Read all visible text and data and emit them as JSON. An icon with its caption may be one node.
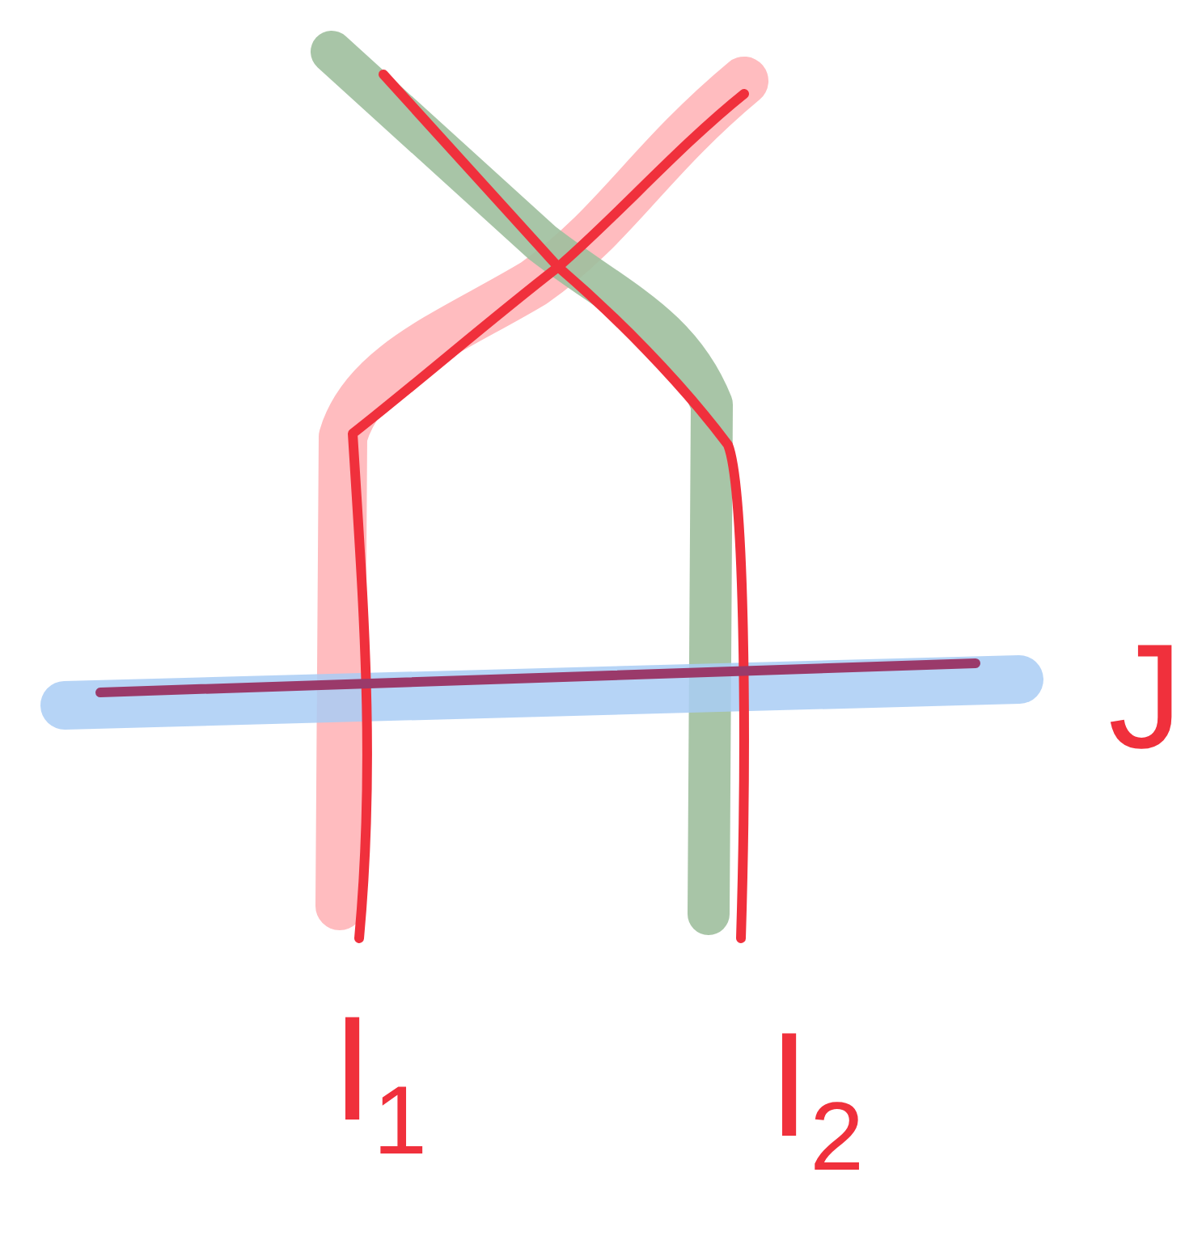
{
  "diagram": {
    "labels": [
      "I$_{1}$",
      "I$_{2}$",
      "J"
    ]
  }
}
